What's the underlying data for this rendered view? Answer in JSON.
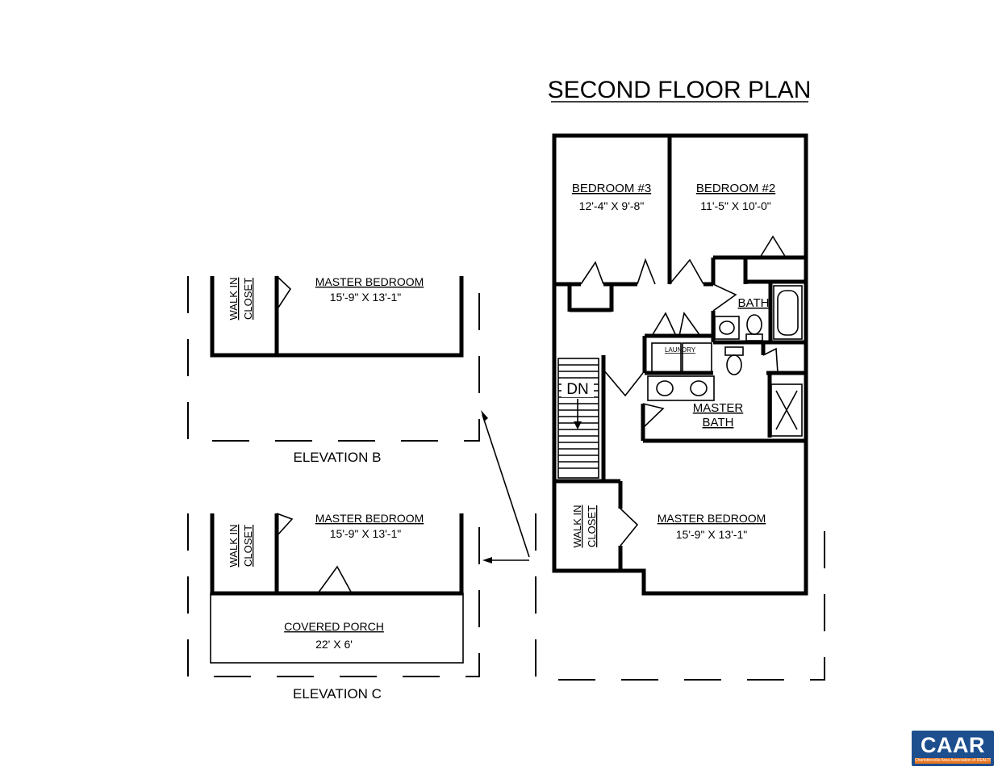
{
  "title": "SECOND FLOOR PLAN",
  "rooms": {
    "bedroom3": {
      "name": "BEDROOM #3",
      "size": "12'-4\" X 9'-8\""
    },
    "bedroom2": {
      "name": "BEDROOM #2",
      "size": "11'-5\" X 10'-0\""
    },
    "bath": {
      "name": "BATH"
    },
    "laundry": {
      "name": "LAUNDRY"
    },
    "master_bath": {
      "line1": "MASTER",
      "line2": "BATH"
    },
    "stairs": {
      "label": "DN"
    },
    "walk_in_closet": {
      "line1": "WALK IN",
      "line2": "CLOSET"
    },
    "master_bedroom": {
      "name": "MASTER BEDROOM",
      "size": "15'-9\" X 13'-1\""
    }
  },
  "elevation_b": {
    "title": "ELEVATION B",
    "closet_line1": "WALK IN",
    "closet_line2": "CLOSET",
    "bedroom_name": "MASTER BEDROOM",
    "bedroom_size": "15'-9\" X 13'-1\""
  },
  "elevation_c": {
    "title": "ELEVATION C",
    "closet_line1": "WALK IN",
    "closet_line2": "CLOSET",
    "bedroom_name": "MASTER BEDROOM",
    "bedroom_size": "15'-9\" X 13'-1\"",
    "porch_name": "COVERED PORCH",
    "porch_size": "22' X 6'"
  },
  "logo": {
    "text": "CAAR",
    "subtext": "Charlottesville Area Association of REALTORS",
    "colors": {
      "primary": "#1d4f8f",
      "accent": "#e87722"
    }
  }
}
